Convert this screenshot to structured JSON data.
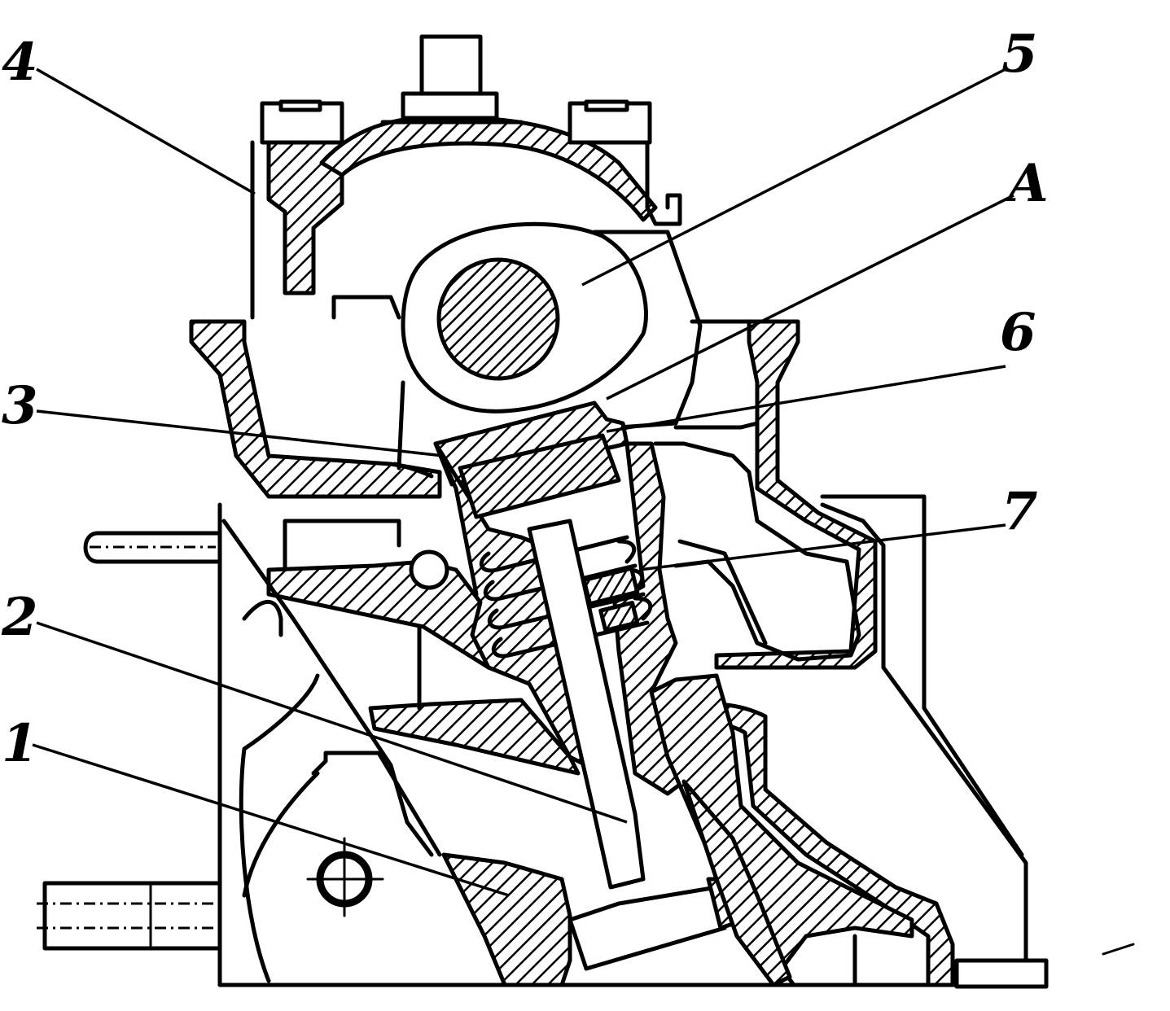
{
  "labels": {
    "l1": "1",
    "l2": "2",
    "l3": "3",
    "l4": "4",
    "l5": "5",
    "l6": "6",
    "l7": "7",
    "lA": "A"
  }
}
